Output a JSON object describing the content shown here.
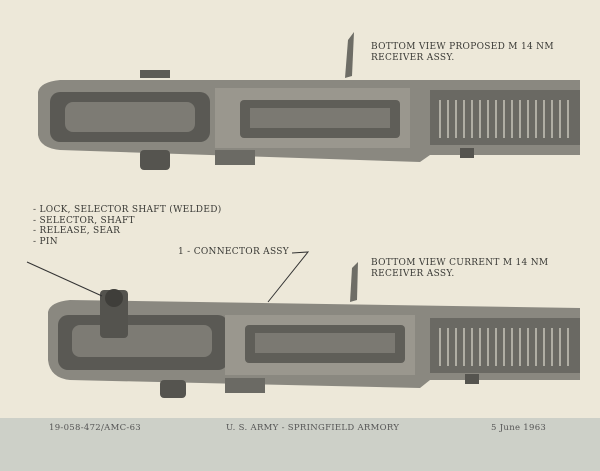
{
  "top_caption": {
    "line1": "BOTTOM VIEW PROPOSED M 14  NM",
    "line2": "RECEIVER ASSY."
  },
  "bottom_caption": {
    "line1": "BOTTOM VIEW CURRENT M 14  NM",
    "line2": "RECEIVER ASSY."
  },
  "parts_list": [
    "- LOCK, SELECTOR SHAFT (WELDED)",
    "- SELECTOR, SHAFT",
    "- RELEASE, SEAR",
    "- PIN"
  ],
  "connector_label": "1 - CONNECTOR ASSY",
  "footer": {
    "ref": "19-058-472/AMC-63",
    "org": "U. S. ARMY - SPRINGFIELD ARMORY",
    "date": "5 June 1963"
  }
}
